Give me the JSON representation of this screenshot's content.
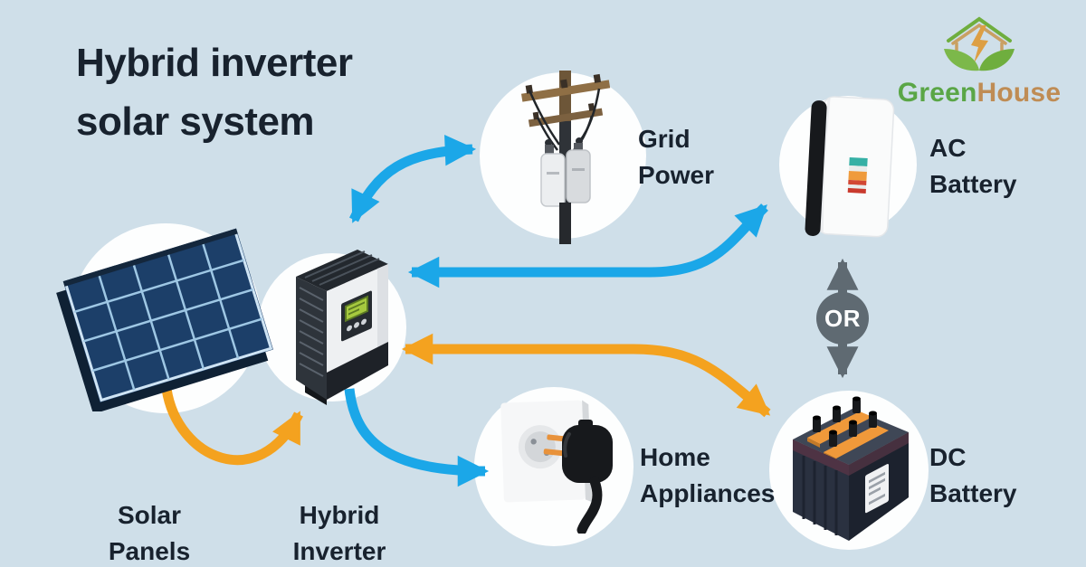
{
  "title": "Hybrid inverter\nsolar system",
  "logo": {
    "green": "Green",
    "house": "House"
  },
  "nodes": {
    "solar": {
      "label": "Solar\nPanels"
    },
    "inverter": {
      "label": "Hybrid\nInverter"
    },
    "grid": {
      "label": "Grid\nPower"
    },
    "home": {
      "label": "Home\nAppliances"
    },
    "ac": {
      "label": "AC\nBattery"
    },
    "dc": {
      "label": "DC\nBattery"
    }
  },
  "or_label": "OR",
  "connections": [
    {
      "from": "solar-panels",
      "to": "hybrid-inverter",
      "color": "orange",
      "bidirectional": false
    },
    {
      "from": "hybrid-inverter",
      "to": "grid-power",
      "color": "blue",
      "bidirectional": true
    },
    {
      "from": "hybrid-inverter",
      "to": "ac-battery",
      "color": "blue",
      "bidirectional": true
    },
    {
      "from": "hybrid-inverter",
      "to": "dc-battery",
      "color": "orange",
      "bidirectional": true
    },
    {
      "from": "hybrid-inverter",
      "to": "home-appliances",
      "color": "blue",
      "bidirectional": false
    },
    {
      "from": "ac-battery",
      "to": "dc-battery",
      "color": "gray",
      "bidirectional": true,
      "label": "OR"
    }
  ],
  "colors": {
    "background": "#cfdfe9",
    "arrow_blue": "#1ba7e8",
    "arrow_orange": "#f4a21f",
    "arrow_gray": "#5f6a72",
    "text": "#18222e",
    "logo_green": "#5aa646",
    "logo_tan": "#bf8c54"
  }
}
